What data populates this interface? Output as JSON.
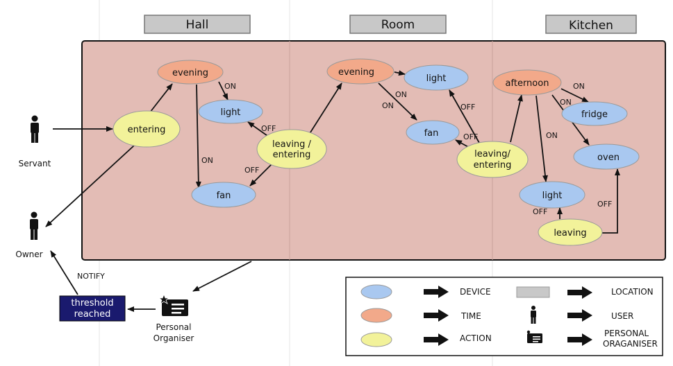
{
  "locations": {
    "hall": "Hall",
    "room": "Room",
    "kitchen": "Kitchen"
  },
  "nodes": {
    "hall_evening": "evening",
    "hall_entering": "entering",
    "hall_light": "light",
    "hall_fan": "fan",
    "hall_leaving_entering": [
      "leaving /",
      "entering"
    ],
    "room_evening": "evening",
    "room_light": "light",
    "room_fan": "fan",
    "room_leaving_entering": [
      "leaving/",
      "entering"
    ],
    "kitchen_afternoon": "afternoon",
    "kitchen_fridge": "fridge",
    "kitchen_oven": "oven",
    "kitchen_light": "light",
    "kitchen_leaving": "leaving"
  },
  "edge_labels": {
    "on": "ON",
    "off": "OFF",
    "notify": "NOTIFY"
  },
  "actors": {
    "servant": "Servant",
    "owner": "Owner",
    "organiser": [
      "Personal",
      "Organiser"
    ],
    "threshold": [
      "threshold",
      "reached"
    ]
  },
  "legend": {
    "device": "DEVICE",
    "time": "TIME",
    "action": "ACTION",
    "location": "LOCATION",
    "user": "USER",
    "organiser": [
      "PERSONAL",
      "ORAGANISER"
    ]
  },
  "colors": {
    "device": "#a9c8f0",
    "time": "#f2a98a",
    "action": "#f2f29a",
    "location": "#c8c8c8",
    "panel": "#e3bcb5",
    "threshold": "#1a1a6e"
  }
}
